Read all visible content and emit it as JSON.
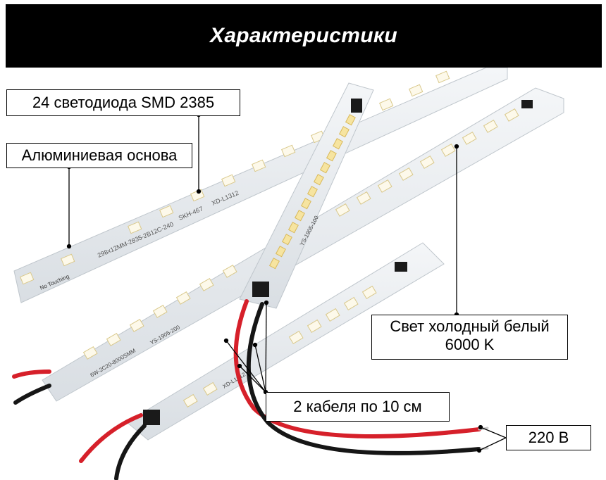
{
  "header": {
    "title": "Характеристики"
  },
  "callouts": {
    "leds": "24 светодиода SMD 2385",
    "base": "Алюминиевая основа",
    "light_line1": "Свет холодный белый",
    "light_line2": "6000 K",
    "cables": "2 кабеля по 10 см",
    "voltage": "220 В"
  },
  "board_prints": {
    "long_board": "298x12MM-2835-2B12C-240",
    "long_board_2": "SKH-467",
    "long_board_3": "XD-L1312",
    "middle_board": "YS-1905-200",
    "middle_board_2": "6W-2C20-8000SMM",
    "diagonal_board": "YS-1905-100",
    "small_board": "XD-L1312",
    "warning": "No Touching"
  },
  "colors": {
    "header_bg": "#000000",
    "board": "#e6ebef",
    "led_yellow": "#f2d36a",
    "wire_red": "#d6202a",
    "wire_black": "#161616"
  }
}
